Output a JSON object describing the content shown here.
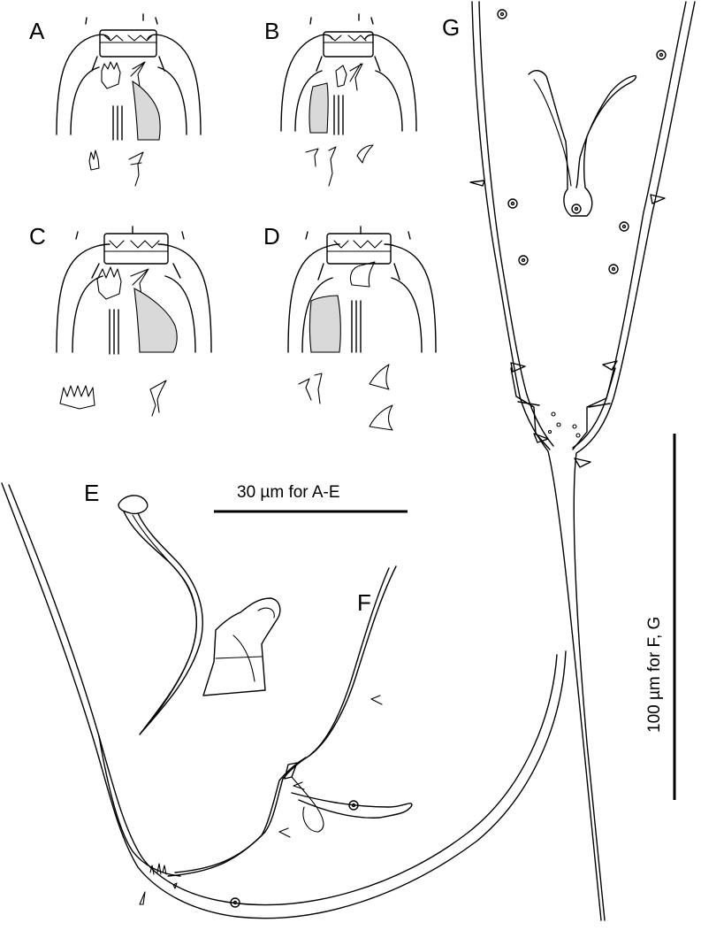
{
  "panels": {
    "a": "A",
    "b": "B",
    "c": "C",
    "d": "D",
    "e": "E",
    "f": "F",
    "g": "G"
  },
  "scale_bars": {
    "small": "30 µm for A-E",
    "large": "100 µm for F, G"
  }
}
